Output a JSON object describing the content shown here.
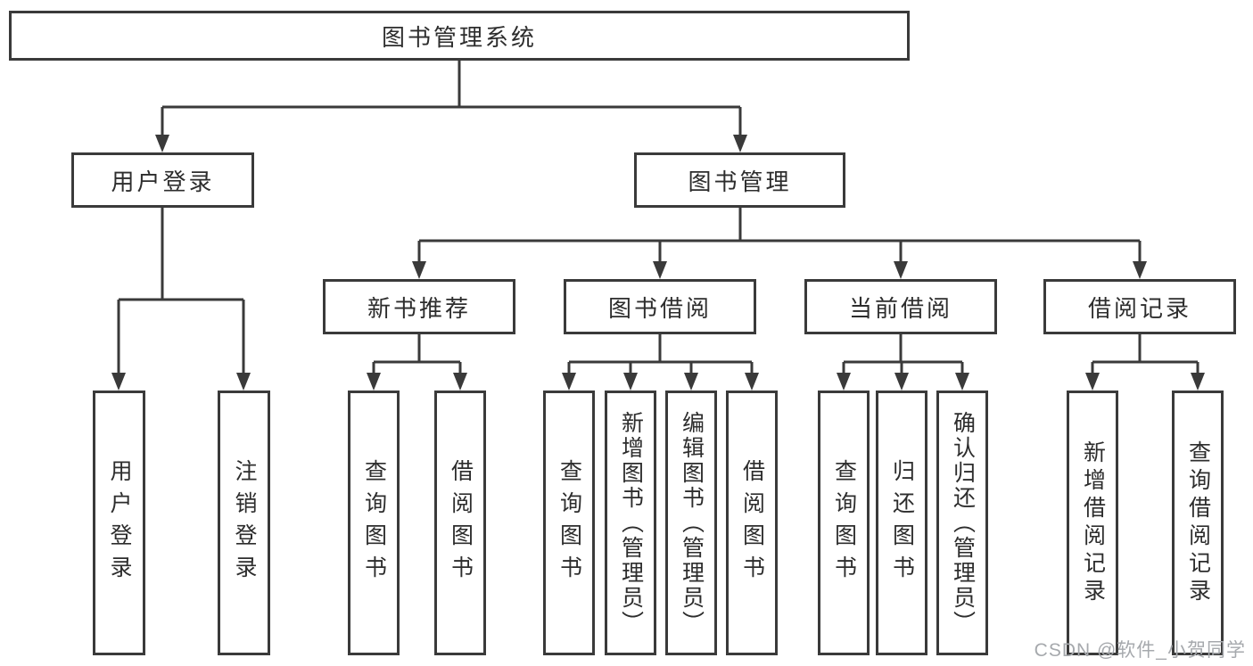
{
  "diagram": {
    "title": "图书管理系统",
    "root": {
      "label": "图书管理系统"
    },
    "level2": {
      "user_login": {
        "label": "用户登录"
      },
      "book_management": {
        "label": "图书管理"
      }
    },
    "level3": {
      "new_book_recommend": {
        "label": "新书推荐"
      },
      "book_borrow": {
        "label": "图书借阅"
      },
      "current_borrow": {
        "label": "当前借阅"
      },
      "borrow_records": {
        "label": "借阅记录"
      }
    },
    "leaves": {
      "user_login": {
        "label": "用户登录"
      },
      "logout": {
        "label": "注销登录"
      },
      "query_books_recommend": {
        "label": "查询图书"
      },
      "borrow_books_recommend": {
        "label": "借阅图书"
      },
      "query_books_borrow": {
        "label": "查询图书"
      },
      "add_books_admin": {
        "label": "新增图书（管理员）"
      },
      "edit_books_admin": {
        "label": "编辑图书（管理员）"
      },
      "borrow_books_borrow": {
        "label": "借阅图书"
      },
      "query_books_current": {
        "label": "查询图书"
      },
      "return_books": {
        "label": "归还图书"
      },
      "confirm_return_admin": {
        "label": "确认归还（管理员）"
      },
      "add_borrow_record": {
        "label": "新增借阅记录"
      },
      "query_borrow_record": {
        "label": "查询借阅记录"
      }
    }
  },
  "watermark": {
    "text": "CSDN @软件_小贺同学"
  },
  "colors": {
    "line": "#3a3a3a",
    "text": "#2d2d2d",
    "background": "#ffffff",
    "watermark": "#a6a9ad"
  }
}
